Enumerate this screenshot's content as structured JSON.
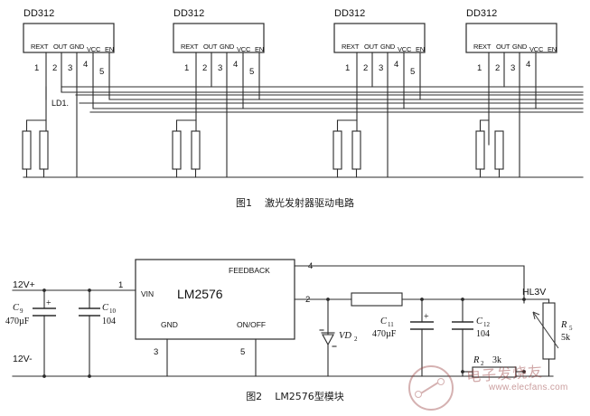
{
  "figures": [
    {
      "id": "fig1",
      "caption_number": "图1",
      "caption_title": "激光发射器驱动电路",
      "chip_label": "DD312",
      "pin_names": [
        "REXT",
        "OUT",
        "GND",
        "VCC",
        "EN"
      ],
      "pin_numbers": [
        "1",
        "2",
        "3",
        "4",
        "5"
      ],
      "net_label": "LD1.",
      "chip_count": 4
    },
    {
      "id": "fig2",
      "caption_number": "图2",
      "caption_title": "LM2576型模块",
      "ic_label": "LM2576",
      "ic_pins": {
        "vin": "VIN",
        "feedback": "FEEDBACK",
        "gnd": "GND",
        "onoff": "ON/OFF"
      },
      "ic_pin_numbers": {
        "vin": "1",
        "output": "2",
        "gnd": "3",
        "feedback": "4",
        "onoff": "5"
      },
      "rails": {
        "positive": "12V+",
        "negative": "12V-",
        "output": "HL3V"
      },
      "components": [
        {
          "ref": "C",
          "sub": "9",
          "value": "470µF",
          "polarity": "+"
        },
        {
          "ref": "C",
          "sub": "10",
          "value": "104",
          "polarity": ""
        },
        {
          "ref": "C",
          "sub": "11",
          "value": "470µF",
          "polarity": "+"
        },
        {
          "ref": "C",
          "sub": "12",
          "value": "104",
          "polarity": ""
        },
        {
          "ref": "VD",
          "sub": "2",
          "value": "",
          "polarity": ""
        },
        {
          "ref": "R",
          "sub": "2",
          "value": "3k",
          "polarity": ""
        },
        {
          "ref": "R",
          "sub": "5",
          "value": "5k",
          "polarity": ""
        }
      ]
    }
  ],
  "watermark": {
    "brand": "电子发烧友",
    "url": "www.elecfans.com"
  }
}
